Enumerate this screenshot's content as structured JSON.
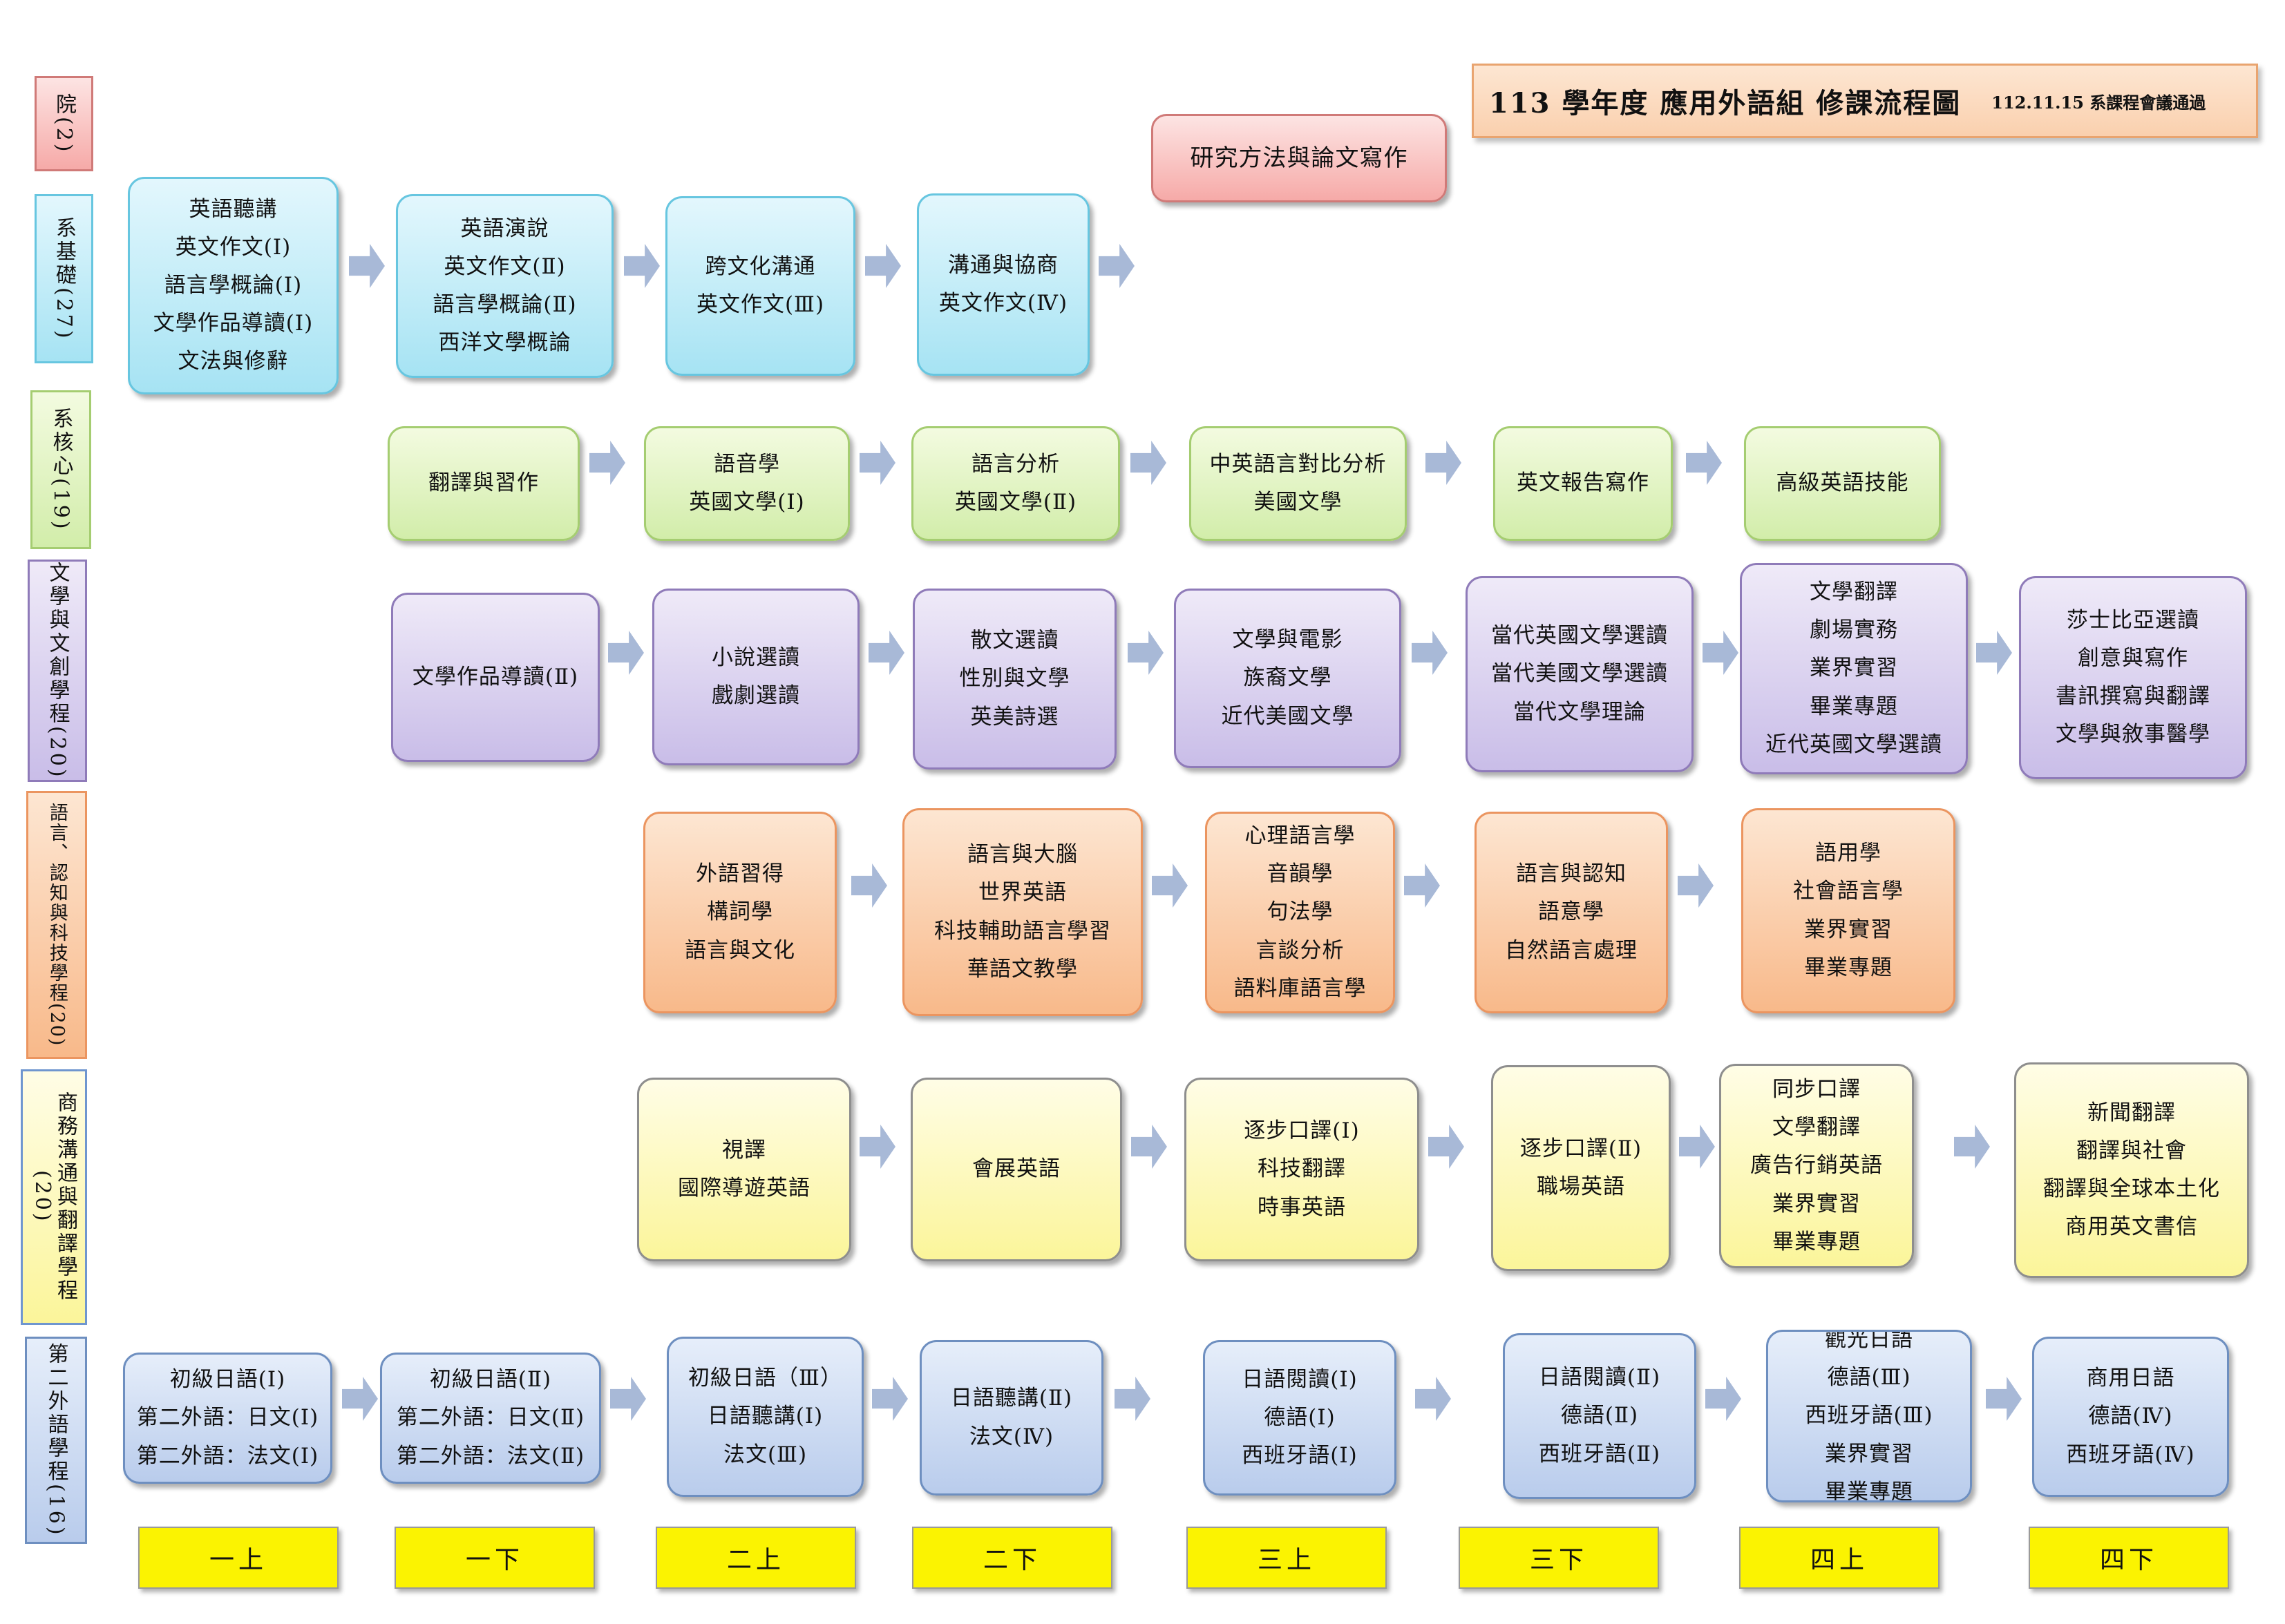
{
  "title": {
    "main": "113 學年度 應用外語組 修課流程圖",
    "note": "112.11.15 系課程會議通過"
  },
  "research_box": "研究方法與論文寫作",
  "lanes": {
    "college": "院(2)",
    "dept_basic": "系基礎(27)",
    "dept_core": "系核心(19)",
    "lit": "文學與文創學程(20)",
    "lang": "語言、認知與科技學程(20)",
    "biz": "商務溝通與翻譯學程(20)",
    "second": "第二外語學程(16)"
  },
  "rows": {
    "basic": [
      [
        "英語聽講",
        "英文作文(Ⅰ)",
        "語言學概論(Ⅰ)",
        "文學作品導讀(Ⅰ)",
        "文法與修辭"
      ],
      [
        "英語演說",
        "英文作文(Ⅱ)",
        "語言學概論(Ⅱ)",
        "西洋文學概論"
      ],
      [
        "跨文化溝通",
        "英文作文(Ⅲ)"
      ],
      [
        "溝通與協商",
        "英文作文(Ⅳ)"
      ]
    ],
    "core": [
      [
        "翻譯與習作"
      ],
      [
        "語音學",
        "英國文學(Ⅰ)"
      ],
      [
        "語言分析",
        "英國文學(Ⅱ)"
      ],
      [
        "中英語言對比分析",
        "美國文學"
      ],
      [
        "英文報告寫作"
      ],
      [
        "高級英語技能"
      ]
    ],
    "lit": [
      [
        "文學作品導讀(Ⅱ)"
      ],
      [
        "小說選讀",
        "戲劇選讀"
      ],
      [
        "散文選讀",
        "性別與文學",
        "英美詩選"
      ],
      [
        "文學與電影",
        "族裔文學",
        "近代美國文學"
      ],
      [
        "當代英國文學選讀",
        "當代美國文學選讀",
        "當代文學理論"
      ],
      [
        "文學翻譯",
        "劇場實務",
        "業界實習",
        "畢業專題",
        "近代英國文學選讀"
      ],
      [
        "莎士比亞選讀",
        "創意與寫作",
        "書訊撰寫與翻譯",
        "文學與敘事醫學"
      ]
    ],
    "lang": [
      [
        "外語習得",
        "構詞學",
        "語言與文化"
      ],
      [
        "語言與大腦",
        "世界英語",
        "科技輔助語言學習",
        "華語文教學"
      ],
      [
        "心理語言學",
        "音韻學",
        "句法學",
        "言談分析",
        "語料庫語言學"
      ],
      [
        "語言與認知",
        "語意學",
        "自然語言處理"
      ],
      [
        "語用學",
        "社會語言學",
        "業界實習",
        "畢業專題"
      ]
    ],
    "biz": [
      [
        "視譯",
        "國際導遊英語"
      ],
      [
        "會展英語"
      ],
      [
        "逐步口譯(Ⅰ)",
        "科技翻譯",
        "時事英語"
      ],
      [
        "逐步口譯(Ⅱ)",
        "職場英語"
      ],
      [
        "同步口譯",
        "文學翻譯",
        "廣告行銷英語",
        "業界實習",
        "畢業專題"
      ],
      [
        "新聞翻譯",
        "翻譯與社會",
        "翻譯與全球本土化",
        "商用英文書信"
      ]
    ],
    "second": [
      [
        "初級日語(Ⅰ)",
        "第二外語：日文(Ⅰ)",
        "第二外語：法文(Ⅰ)"
      ],
      [
        "初級日語(Ⅱ)",
        "第二外語：日文(Ⅱ)",
        "第二外語：法文(Ⅱ)"
      ],
      [
        "初級日語（Ⅲ）",
        "日語聽講(Ⅰ)",
        "法文(Ⅲ)"
      ],
      [
        "日語聽講(Ⅱ)",
        "法文(Ⅳ)"
      ],
      [
        "日語閱讀(Ⅰ)",
        "德語(Ⅰ)",
        "西班牙語(Ⅰ)"
      ],
      [
        "日語閱讀(Ⅱ)",
        "德語(Ⅱ)",
        "西班牙語(Ⅱ)"
      ],
      [
        "觀光日語",
        "德語(Ⅲ)",
        "西班牙語(Ⅲ)",
        "業界實習",
        "畢業專題"
      ],
      [
        "商用日語",
        "德語(Ⅳ)",
        "西班牙語(Ⅳ)"
      ]
    ]
  },
  "semesters": [
    "一上",
    "一下",
    "二上",
    "二下",
    "三上",
    "三下",
    "四上",
    "四下"
  ],
  "colors": {
    "basic": "#a6e3f3",
    "core": "#d2edaa",
    "lit": "#c9bde8",
    "lang": "#f8b98a",
    "biz": "#fbf59a",
    "second": "#b9ccec",
    "college": "#f6aaa8",
    "semester": "#fbf301",
    "arrow": "#a8b9d7"
  }
}
